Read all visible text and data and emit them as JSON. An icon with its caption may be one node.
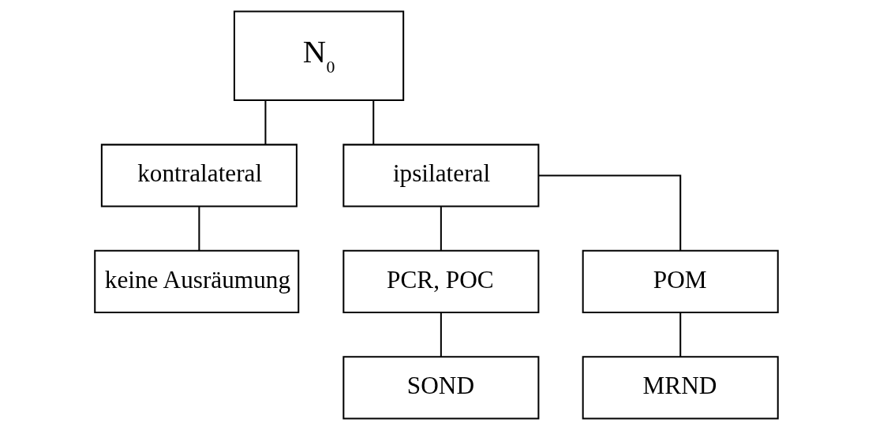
{
  "diagram": {
    "nodes": [
      {
        "text": [
          "N$_{0}$"
        ]
      },
      {
        "text": [
          "kontralateral"
        ]
      },
      {
        "text": [
          "ipsilateral"
        ]
      },
      {
        "text": [
          "keine Ausräumung"
        ]
      },
      {
        "text": [
          "PCR, POC"
        ]
      },
      {
        "text": [
          "POM"
        ]
      },
      {
        "text": [
          "SOND"
        ]
      },
      {
        "text": [
          "MRND"
        ]
      }
    ],
    "edges": [
      {
        "from": 0,
        "to": 1,
        "arrow": "none"
      },
      {
        "from": 0,
        "to": 2,
        "arrow": "none"
      },
      {
        "from": 1,
        "to": 3,
        "arrow": "none"
      },
      {
        "from": 2,
        "to": 4,
        "arrow": "none"
      },
      {
        "from": 2,
        "to": 5,
        "arrow": "none"
      },
      {
        "from": 4,
        "to": 6,
        "arrow": "none"
      },
      {
        "from": 5,
        "to": 7,
        "arrow": "none"
      }
    ]
  }
}
